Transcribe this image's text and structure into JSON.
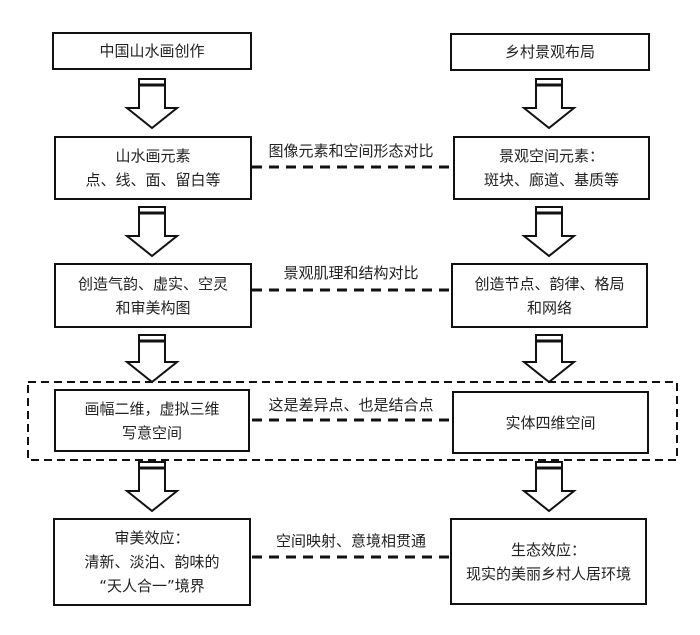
{
  "diagram": {
    "left_column": {
      "title": "中国山水画创作",
      "steps": [
        {
          "lines": [
            "山水画元素",
            "点、线、面、留白等"
          ]
        },
        {
          "lines": [
            "创造气韵、虚实、空灵",
            "和审美构图"
          ]
        },
        {
          "lines": [
            "画幅二维，虚拟三维",
            "写意空间"
          ]
        },
        {
          "lines": [
            "审美效应：",
            "清新、淡泊、韵味的",
            "“天人合一”境界"
          ]
        }
      ]
    },
    "right_column": {
      "title": "乡村景观布局",
      "steps": [
        {
          "lines": [
            "景观空间元素：",
            "斑块、廊道、基质等"
          ]
        },
        {
          "lines": [
            "创造节点、韵律、格局",
            "和网络"
          ]
        },
        {
          "lines": [
            "实体四维空间"
          ]
        },
        {
          "lines": [
            "生态效应：",
            "现实的美丽乡村人居环境"
          ]
        }
      ]
    },
    "links": [
      {
        "label": "图像元素和空间形态对比"
      },
      {
        "label": "景观肌理和结构对比"
      },
      {
        "label": "这是差异点、也是结合点"
      },
      {
        "label": "空间映射、意境相贯通"
      }
    ],
    "colors": {
      "stroke": "#111111",
      "background": "#ffffff",
      "text": "#222222"
    }
  }
}
